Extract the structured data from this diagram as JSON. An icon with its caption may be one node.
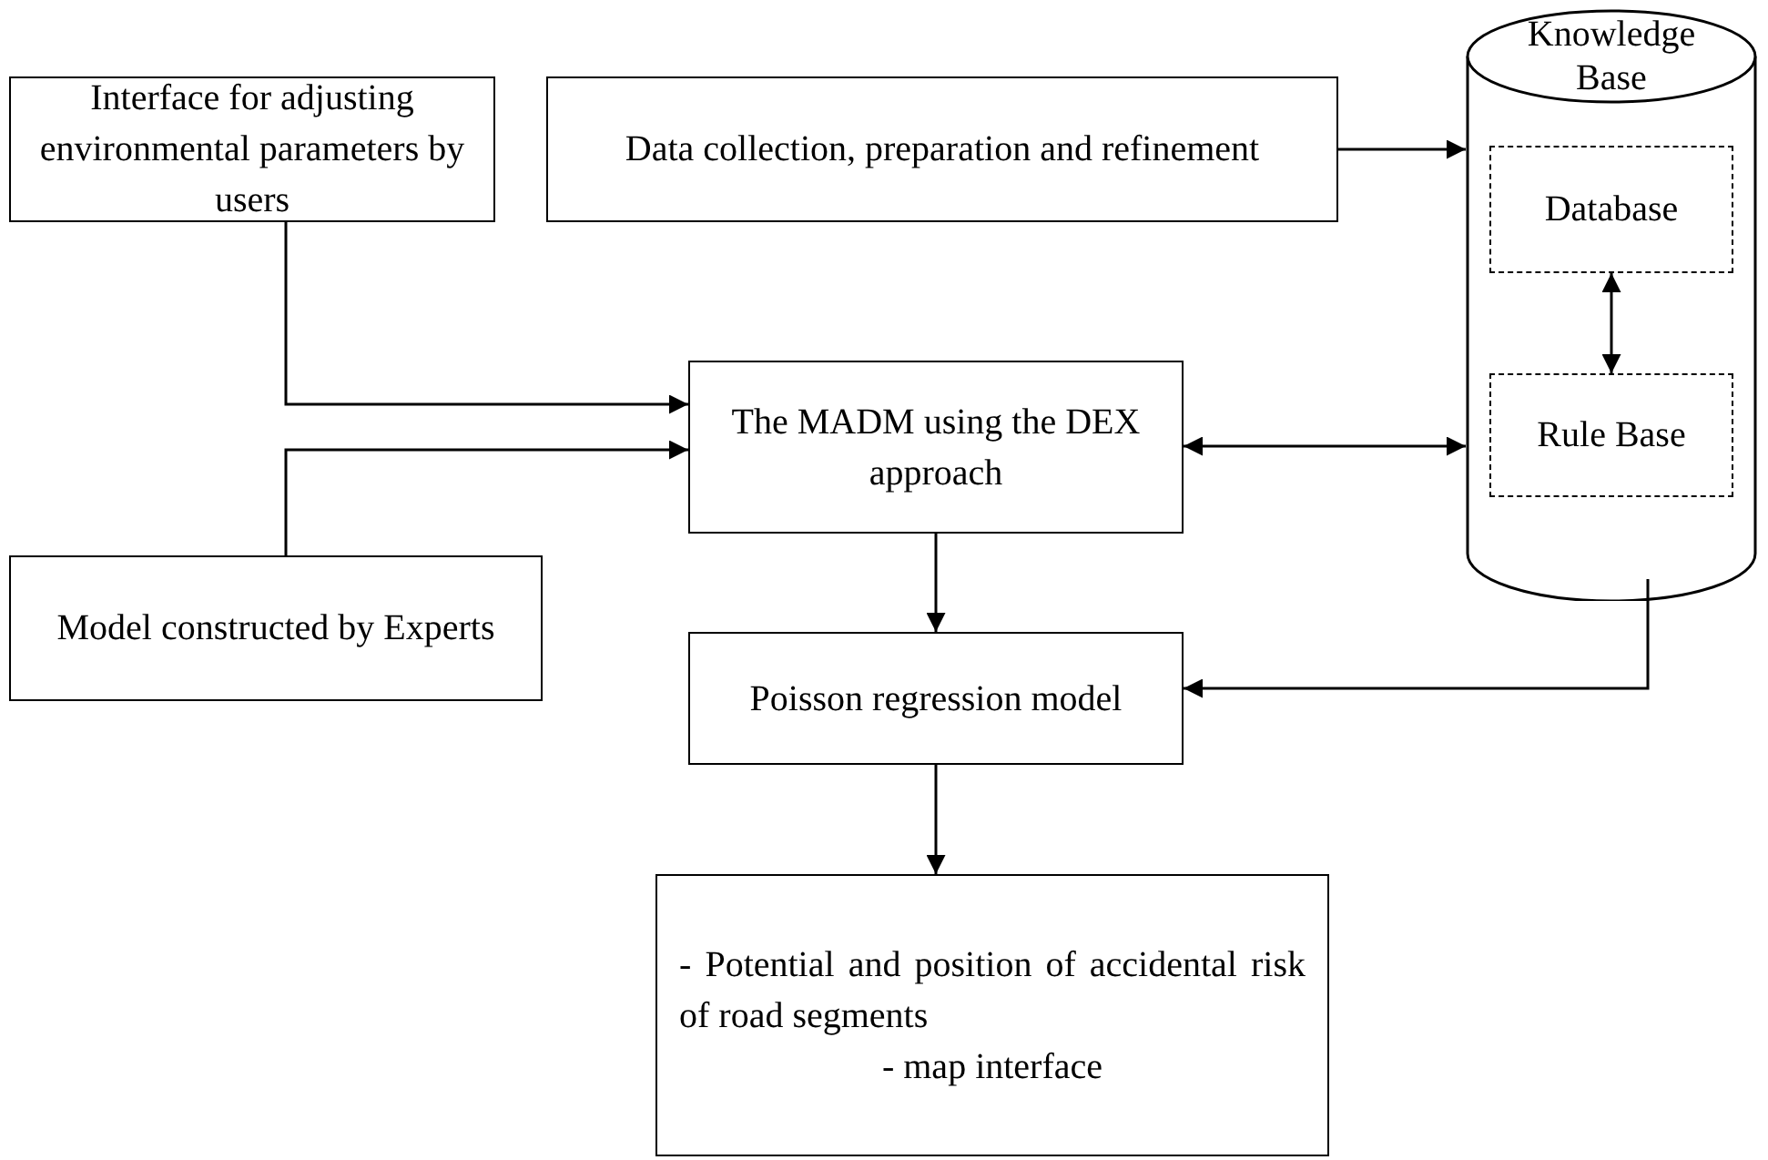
{
  "diagram": {
    "nodes": [
      {
        "text": [
          "Interface for adjusting environmental parameters by users"
        ]
      },
      {
        "text": [
          "Data collection, preparation and refinement"
        ]
      },
      {
        "text": [
          "Knowledge Base"
        ]
      },
      {
        "text": [
          "Database"
        ],
        "in": 2
      },
      {
        "text": [
          "Rule Base"
        ],
        "in": 2
      },
      {
        "text": [
          "The MADM using the DEX approach"
        ]
      },
      {
        "text": [
          "Model constructed by Experts"
        ]
      },
      {
        "text": [
          "Poisson regression model"
        ]
      },
      {
        "text": [
          "- Potential and position of accidental risk of road segments",
          "- map interface"
        ]
      }
    ],
    "edges": [
      {
        "from": 0,
        "to": 5,
        "arrow": "to"
      },
      {
        "from": 6,
        "to": 5,
        "arrow": "to"
      },
      {
        "from": 1,
        "to": 2,
        "arrow": "to"
      },
      {
        "from": 3,
        "to": 4,
        "arrow": "both"
      },
      {
        "from": 5,
        "to": 2,
        "arrow": "both"
      },
      {
        "from": 5,
        "to": 7,
        "arrow": "to"
      },
      {
        "from": 2,
        "to": 7,
        "arrow": "to"
      },
      {
        "from": 7,
        "to": 8,
        "arrow": "to"
      }
    ]
  }
}
